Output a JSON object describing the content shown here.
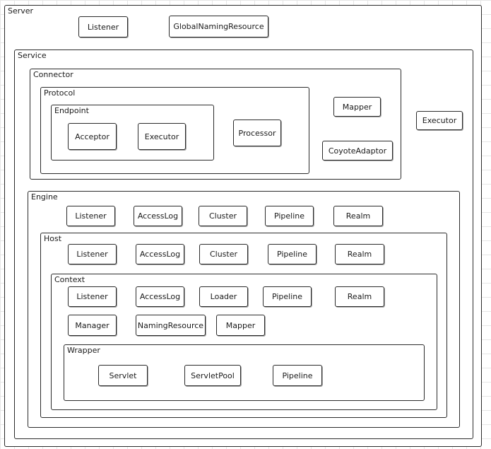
{
  "server": {
    "label": "Server",
    "listener": "Listener",
    "global_naming_resource": "GlobalNamingResource"
  },
  "service": {
    "label": "Service",
    "executor": "Executor",
    "connector": {
      "label": "Connector",
      "mapper": "Mapper",
      "coyote_adaptor": "CoyoteAdaptor",
      "protocol": {
        "label": "Protocol",
        "processor": "Processor",
        "endpoint": {
          "label": "Endpoint",
          "acceptor": "Acceptor",
          "executor": "Executor"
        }
      }
    },
    "engine": {
      "label": "Engine",
      "items": [
        "Listener",
        "AccessLog",
        "Cluster",
        "Pipeline",
        "Realm"
      ],
      "host": {
        "label": "Host",
        "items": [
          "Listener",
          "AccessLog",
          "Cluster",
          "Pipeline",
          "Realm"
        ],
        "context": {
          "label": "Context",
          "items_row1": [
            "Listener",
            "AccessLog",
            "Loader",
            "Pipeline",
            "Realm"
          ],
          "items_row2": [
            "Manager",
            "NamingResource",
            "Mapper"
          ],
          "wrapper": {
            "label": "Wrapper",
            "items": [
              "Servlet",
              "ServletPool",
              "Pipeline"
            ]
          }
        }
      }
    }
  }
}
